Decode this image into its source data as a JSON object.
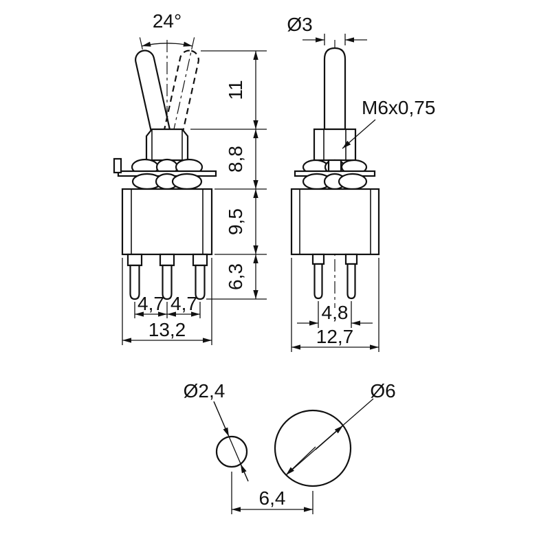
{
  "drawing": {
    "background": "#ffffff",
    "line_color": "#111111",
    "front_view": {
      "angle_label": "24°",
      "dim_lever_height": "11",
      "dim_bushing_height": "8,8",
      "dim_body_height": "9,5",
      "dim_pin_length": "6,3",
      "dim_pin_pitch_left": "4,7",
      "dim_pin_pitch_right": "4,7",
      "dim_body_width": "13,2"
    },
    "side_view": {
      "dim_lever_dia": "Ø3",
      "thread_label": "M6x0,75",
      "dim_pin_row_pitch": "4,8",
      "dim_body_depth": "12,7"
    },
    "panel_cutout": {
      "dim_small_hole": "Ø2,4",
      "dim_large_hole": "Ø6",
      "dim_hole_distance": "6,4"
    }
  }
}
